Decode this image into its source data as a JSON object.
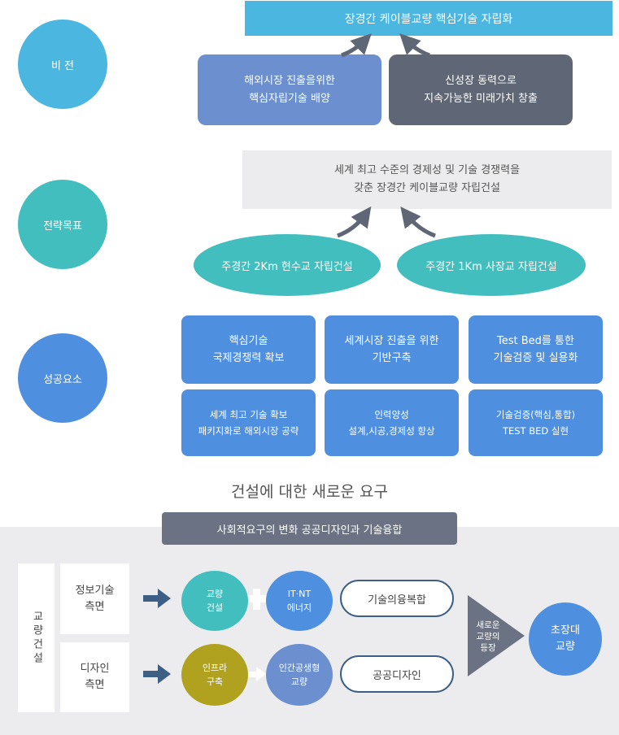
{
  "vision": {
    "label": "비 전",
    "title": "장경간 케이블교량 핵심기술 자립화",
    "left_box": [
      "해외시장 진출을위한",
      "핵심자립기술 배양"
    ],
    "right_box": [
      "신성장 동력으로",
      "지속가능한 미래가치 창출"
    ]
  },
  "strategy": {
    "label": "전략목표",
    "box": [
      "세계 최고 수준의 경제성 및 기술 경쟁력을",
      "갖춘 장경간 케이블교량 자립건설"
    ],
    "left_ellipse": "주경간 2Km 현수교 자립건설",
    "right_ellipse": "주경간 1Km 사장교 자립건설"
  },
  "success": {
    "label": "성공요소",
    "top": [
      [
        "핵심기술",
        "국제경쟁력 확보"
      ],
      [
        "세계시장 진출을 위한",
        "기반구축"
      ],
      [
        "Test Bed를 통한",
        "기술검증 및 실용화"
      ]
    ],
    "bottom": [
      [
        "세계 최고 기술 확보",
        "패키지화로 해외시장 공략"
      ],
      [
        "인력양성",
        "설계,시공,경제성 향상"
      ],
      [
        "기술검증(핵심,통합)",
        "TEST BED 실현"
      ]
    ]
  },
  "demand": {
    "heading": "건설에 대한 새로운 요구",
    "bar": "사회적요구의 변화 공공디자인과 기술융합",
    "side_label": "교량건설",
    "row1_label": [
      "정보기술",
      "측면"
    ],
    "row2_label": [
      "디자인",
      "측면"
    ],
    "c_bridge": [
      "교량",
      "건설"
    ],
    "c_itnt": [
      "IT·NT",
      "에너지"
    ],
    "c_infra": [
      "인프라",
      "구축"
    ],
    "c_human": [
      "인간공생형",
      "교량"
    ],
    "pill1": "기술의융복합",
    "pill2": "공공디자인",
    "emerge": [
      "새로운",
      "교량의",
      "등장"
    ],
    "result": [
      "초장대",
      "교량"
    ]
  },
  "colors": {
    "teal": "#42bebe",
    "sky": "#4bb6df",
    "blue": "#4f8fdf",
    "slate": "#5f6675",
    "olive": "#b0a21e",
    "periwinkle": "#6c8fcf",
    "navy": "#3d5f86"
  }
}
